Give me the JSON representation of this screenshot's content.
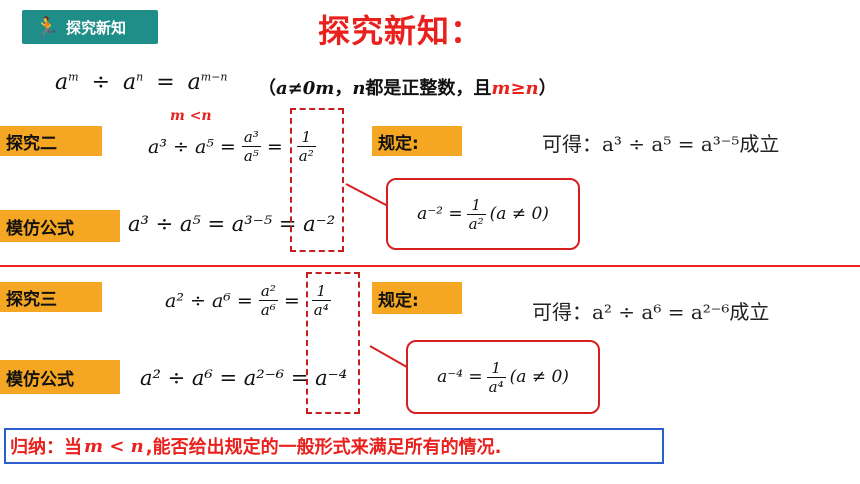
{
  "badge": {
    "icon": "runner-icon",
    "label": "探究新知"
  },
  "title": "探究新知：",
  "rule": {
    "formula_base": "a",
    "formula_text": "÷",
    "exp_m": "m",
    "exp_n": "n",
    "exp_mn": "m−n",
    "condition_prefix": "（",
    "condition_a": "a≠0",
    "condition_m": "m",
    "condition_comma": "，",
    "condition_n": "n",
    "condition_mid": "都是正整数，且",
    "condition_red": "m≥n",
    "condition_suffix": "）"
  },
  "section2": {
    "label": "探究二",
    "note": "m <n",
    "eq_left": "a³ ÷ a⁵ =",
    "frac1_num": "a³",
    "frac1_den": "a⁵",
    "frac2_num": "1",
    "frac2_den": "a²",
    "rule_label": "规定:",
    "result": "可得：a³ ÷ a⁵ = a³⁻⁵成立",
    "model_label": "模仿公式",
    "model_eq": "a³ ÷ a⁵ = a³⁻⁵ = a⁻²",
    "callout_left": "a⁻² =",
    "callout_num": "1",
    "callout_den": "a²",
    "callout_right": "(a ≠ 0)"
  },
  "section3": {
    "label": "探究三",
    "eq_left": "a² ÷ a⁶ =",
    "frac1_num": "a²",
    "frac1_den": "a⁶",
    "frac2_num": "1",
    "frac2_den": "a⁴",
    "rule_label": "规定:",
    "result": "可得：a² ÷ a⁶ = a²⁻⁶成立",
    "model_label": "模仿公式",
    "model_eq": "a² ÷ a⁶ = a²⁻⁶ = a⁻⁴",
    "callout_left": "a⁻⁴ =",
    "callout_num": "1",
    "callout_den": "a⁴",
    "callout_right": "(a ≠ 0)"
  },
  "summary": {
    "prefix": "归纳：当",
    "cond": "m < n",
    "suffix": ",能否给出规定的一般形式来满足所有的情况."
  }
}
